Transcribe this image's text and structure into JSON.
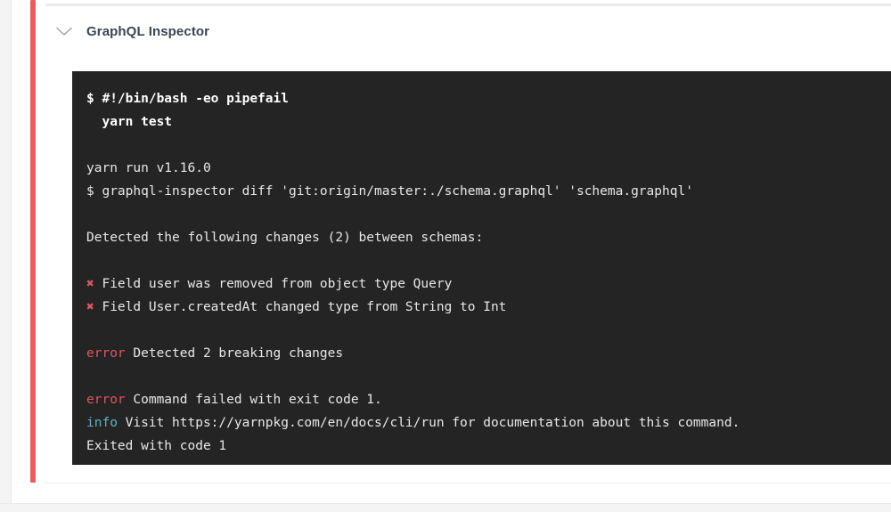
{
  "step": {
    "title": "GraphQL Inspector",
    "collapse_icon": "chevron-down-icon",
    "accent_color": "#ee5b5b",
    "expanded": true
  },
  "terminal": {
    "background_color": "#242424",
    "text_color": "#e8e8e8",
    "error_color": "#e05561",
    "info_color": "#5fb3c2",
    "lines": [
      {
        "type": "command",
        "bold": true,
        "text": "$ #!/bin/bash -eo pipefail"
      },
      {
        "type": "command",
        "bold": true,
        "text": "  yarn test"
      },
      {
        "type": "blank",
        "text": ""
      },
      {
        "type": "output",
        "text": "yarn run v1.16.0"
      },
      {
        "type": "output",
        "text": "$ graphql-inspector diff 'git:origin/master:./schema.graphql' 'schema.graphql'"
      },
      {
        "type": "blank",
        "text": ""
      },
      {
        "type": "output",
        "text": "Detected the following changes (2) between schemas:"
      },
      {
        "type": "blank",
        "text": ""
      },
      {
        "type": "change",
        "marker": "✖",
        "text": "Field user was removed from object type Query"
      },
      {
        "type": "change",
        "marker": "✖",
        "text": "Field User.createdAt changed type from String to Int"
      },
      {
        "type": "blank",
        "text": ""
      },
      {
        "type": "error",
        "label": "error",
        "text": "Detected 2 breaking changes"
      },
      {
        "type": "blank",
        "text": ""
      },
      {
        "type": "error",
        "label": "error",
        "text": "Command failed with exit code 1."
      },
      {
        "type": "info",
        "label": "info",
        "text": "Visit https://yarnpkg.com/en/docs/cli/run for documentation about this command."
      },
      {
        "type": "output",
        "text": "Exited with code 1"
      }
    ]
  }
}
